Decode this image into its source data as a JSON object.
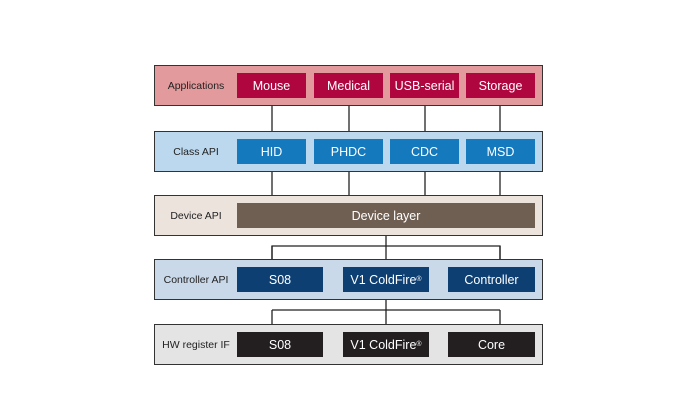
{
  "colors": {
    "applications_bg": "#e39a9c",
    "applications_box": "#b0063f",
    "class_bg": "#bcd8ee",
    "class_box": "#1479bd",
    "device_bg": "#ece3dd",
    "device_box": "#6f5f53",
    "controller_bg": "#c9d9e9",
    "controller_box": "#0d3f72",
    "hw_bg": "#e4e4e4",
    "hw_box": "#231f20"
  },
  "layers": {
    "applications": {
      "label": "Applications",
      "items": [
        "Mouse",
        "Medical",
        "USB-serial",
        "Storage"
      ]
    },
    "class_api": {
      "label": "Class API",
      "items": [
        "HID",
        "PHDC",
        "CDC",
        "MSD"
      ]
    },
    "device_api": {
      "label": "Device API",
      "items": [
        "Device layer"
      ]
    },
    "controller_api": {
      "label": "Controller API",
      "items": [
        "S08",
        "V1 ColdFire",
        "Controller"
      ]
    },
    "hw_register_if": {
      "label": "HW register IF",
      "items": [
        "S08",
        "V1 ColdFire",
        "Core"
      ]
    }
  },
  "registered_mark": "®"
}
